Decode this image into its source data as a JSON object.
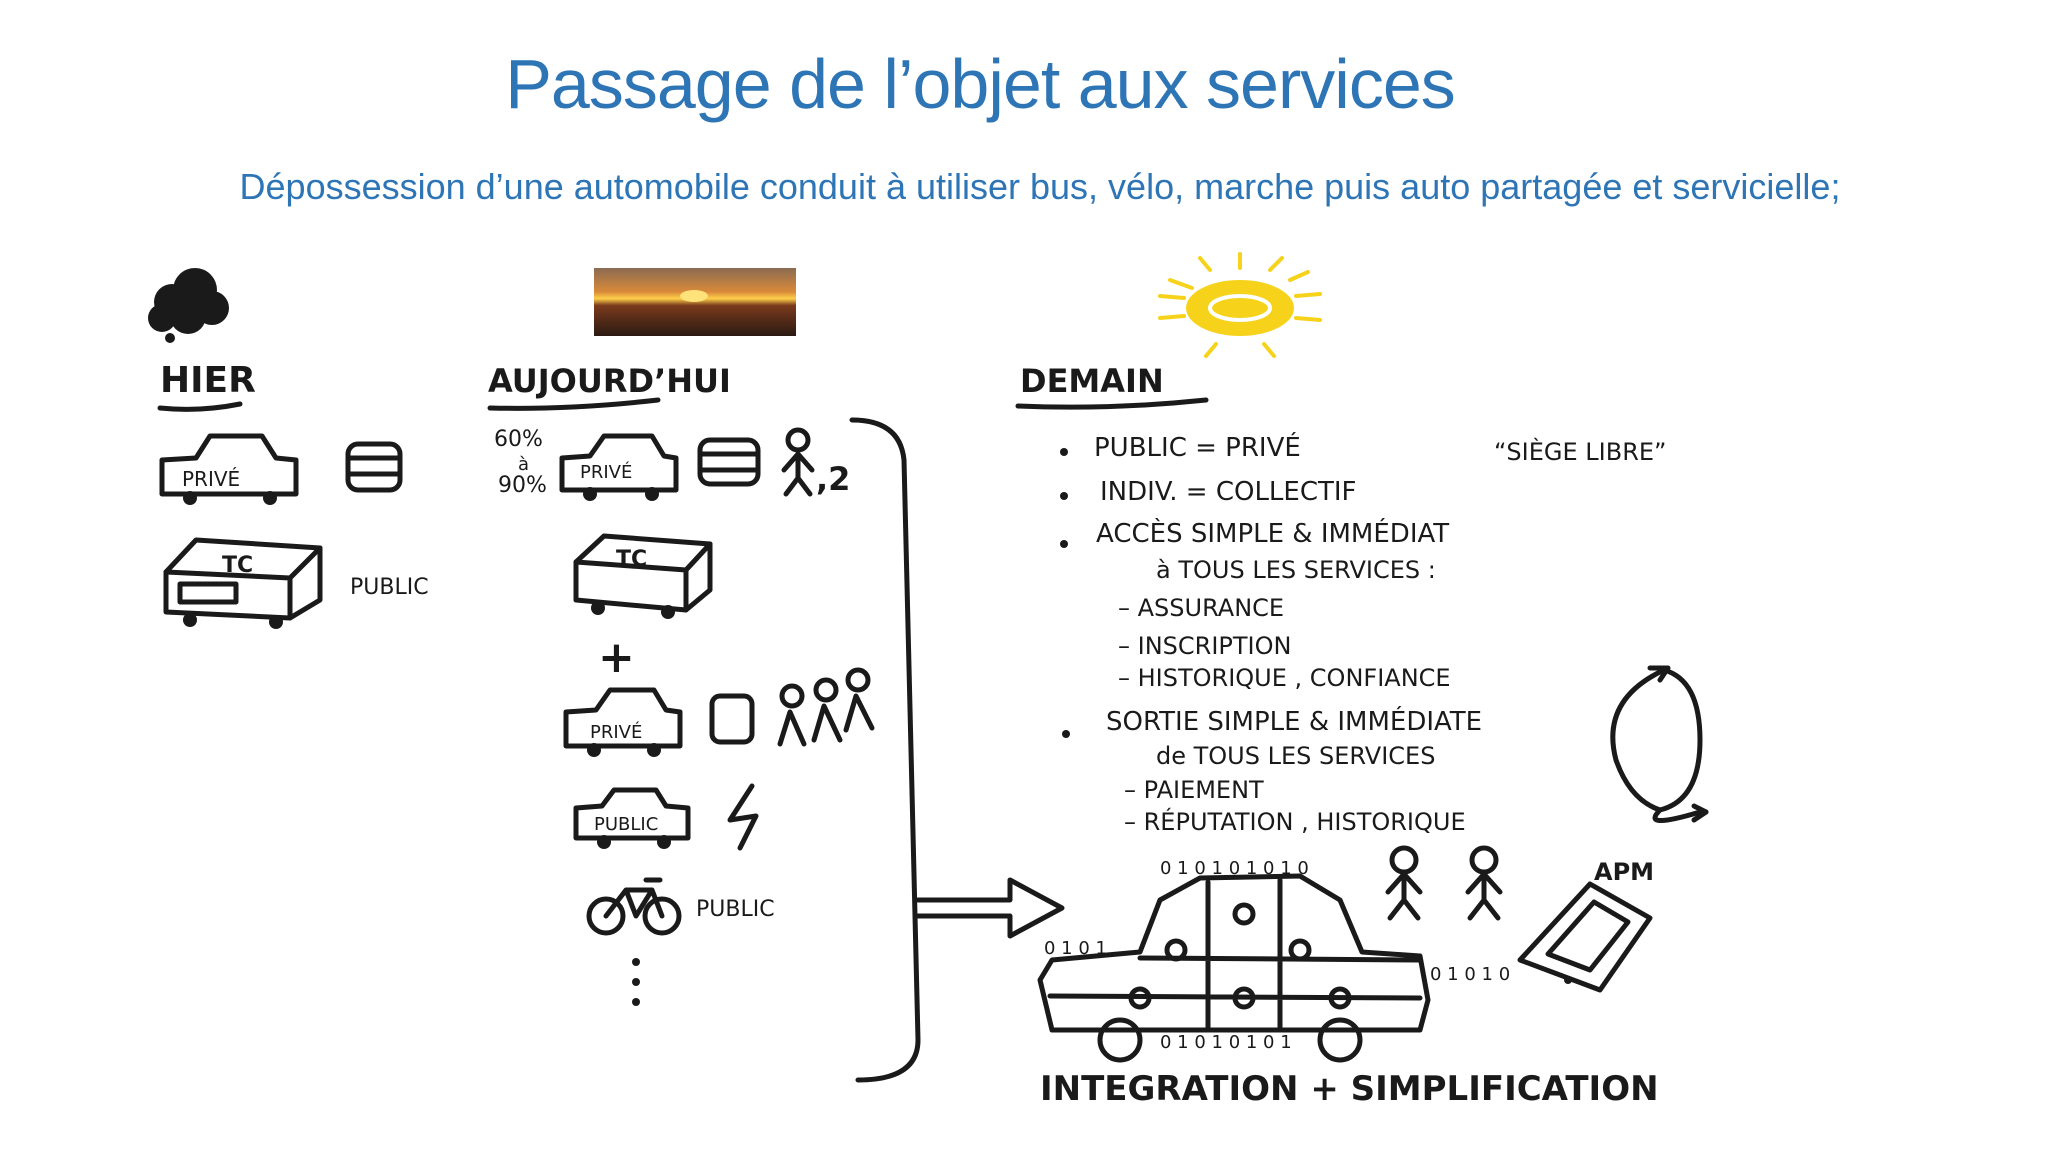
{
  "slide": {
    "title": "Passage de l’objet aux services",
    "subtitle": "Dépossession d’une automobile conduit à utiliser bus, vélo, marche puis auto partagée et servicielle;"
  },
  "hier": {
    "heading": "HIER",
    "car_label": "PRIVÉ",
    "bus_label": "TC",
    "public_label": "PUBLIC"
  },
  "aujourdhui": {
    "heading": "AUJOURD’HUI",
    "pct_low": "60%",
    "pct_mid": "à",
    "pct_high": "90%",
    "car1_label": "PRIVÉ",
    "people_count": ",2",
    "bus_label": "TC",
    "plus": "+",
    "car2_label": "PRIVÉ",
    "car3_label": "PUBLIC",
    "bike_label": "PUBLIC"
  },
  "demain": {
    "heading": "DEMAIN",
    "bullet1": "PUBLIC  =  PRIVÉ",
    "quote": "“SIÈGE LIBRE”",
    "bullet2": "INDIV.  =  COLLECTIF",
    "bullet3_line1": "ACCÈS  SIMPLE & IMMÉDIAT",
    "bullet3_line2": "à  TOUS  LES  SERVICES :",
    "bullet3_items": [
      "–  ASSURANCE",
      "–  INSCRIPTION",
      "–  HISTORIQUE , CONFIANCE"
    ],
    "bullet4_line1": "SORTIE  SIMPLE & IMMÉDIATE",
    "bullet4_line2": "de  TOUS  LES  SERVICES",
    "bullet4_items": [
      "–  PAIEMENT",
      "–  RÉPUTATION , HISTORIQUE"
    ],
    "device_label": "APM",
    "binary_top": "0 1 0 1 0 1 0 1 0",
    "binary_left": "0 1 0 1",
    "binary_right": "0 1 0 1 0",
    "binary_bottom": "0 1 0 1 0 1 0 1",
    "footer": "INTEGRATION + SIMPLIFICATION"
  }
}
